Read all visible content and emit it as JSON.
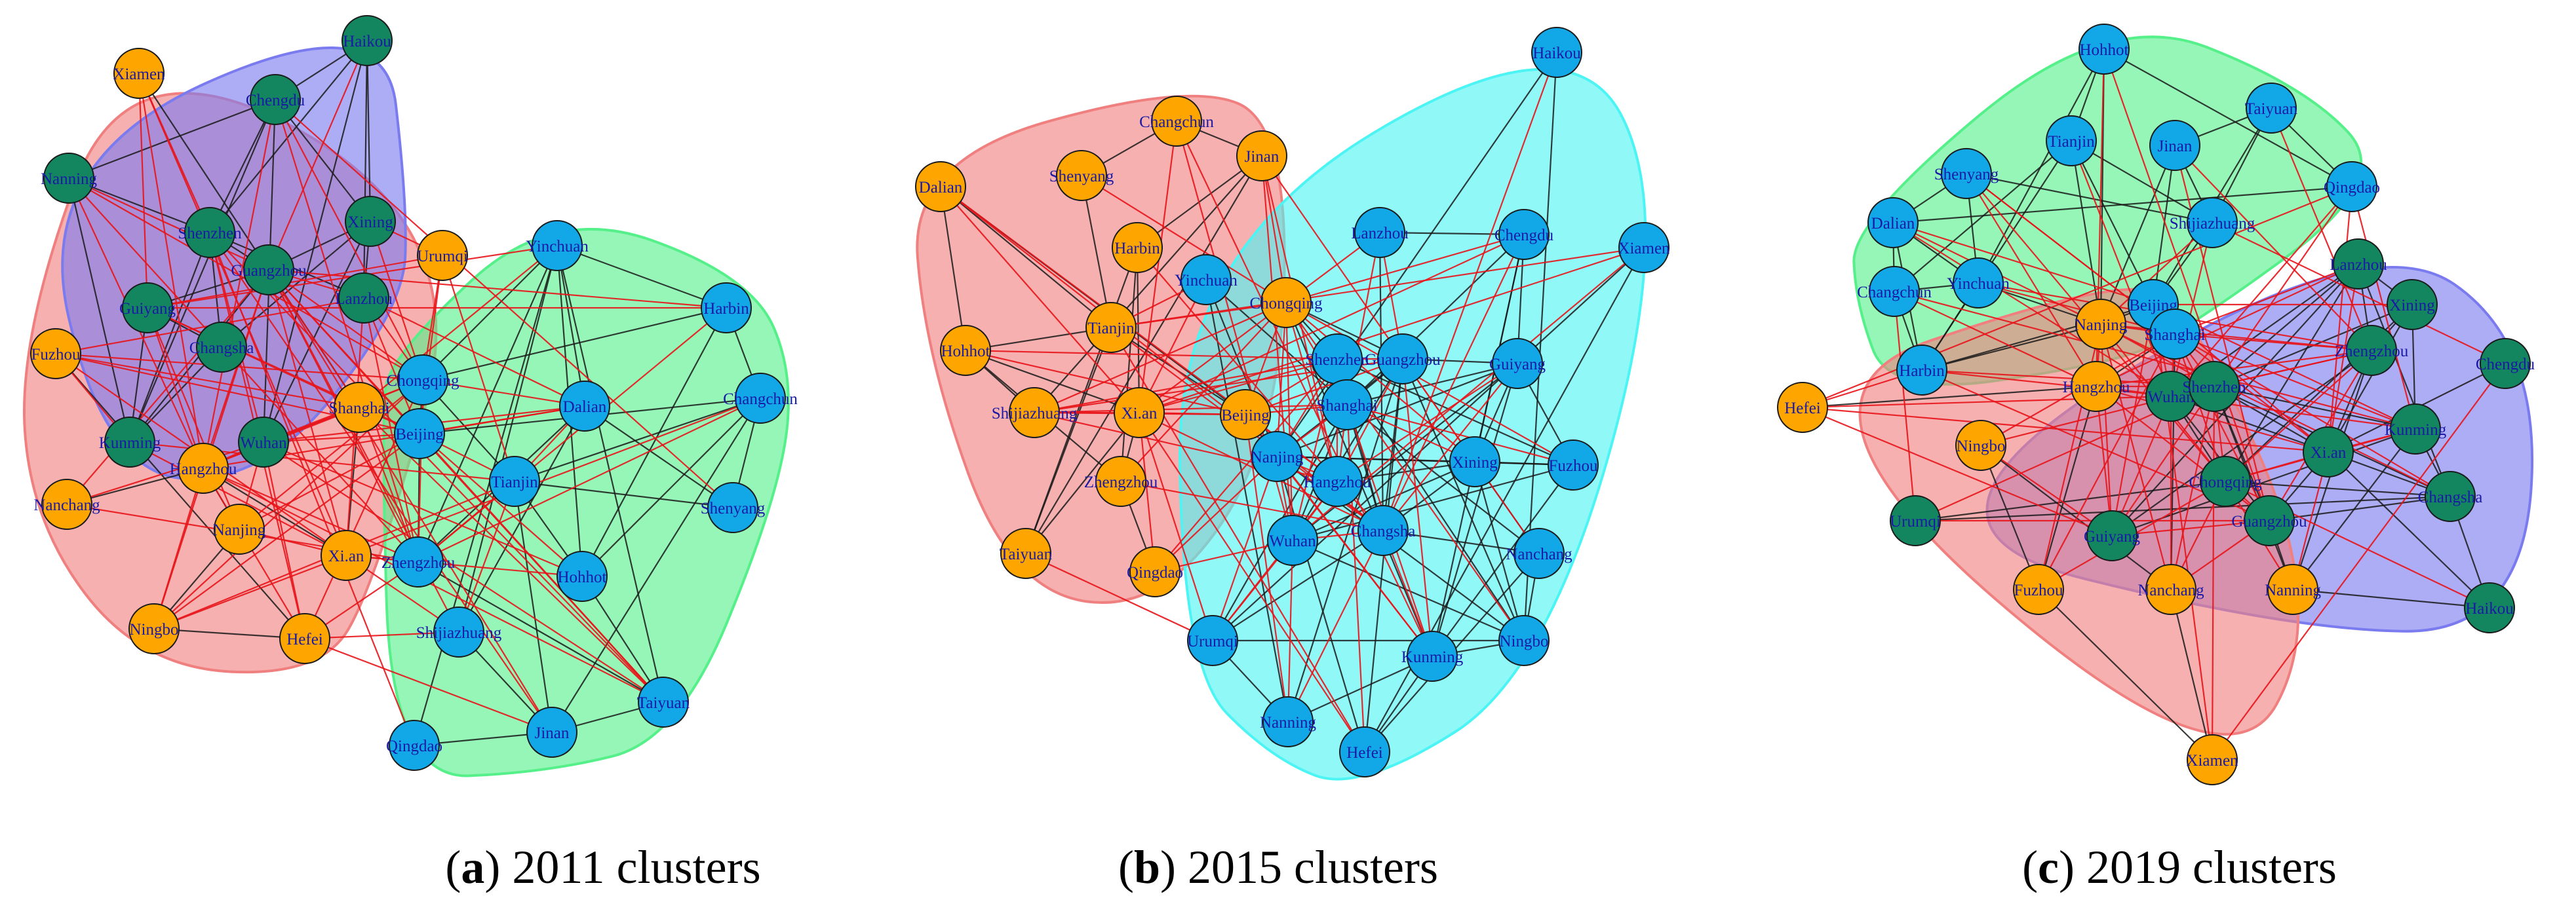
{
  "colors": {
    "edge_red": "#e8141a",
    "edge_black": "#1a1a1a",
    "node_orange": "#ffa500",
    "node_blue": "#12a8e8",
    "node_green": "#13855f",
    "hull_red": "#f08080",
    "hull_blue": "#7b7bf0",
    "hull_green": "#55f08a",
    "hull_cyan": "#4df4f4",
    "label_text": "#1a1aa6"
  },
  "panels": [
    {
      "key": "a",
      "caption_letter": "a",
      "caption_text": ") 2011 clusters",
      "clusters": [
        {
          "color": "hull_red",
          "nodes": [
            "Xiamen",
            "Fuzhou",
            "Nanchang",
            "Ningbo",
            "Hefei",
            "Nanjing",
            "Hangzhou",
            "Shanghai",
            "Xi.an",
            "Urumqi"
          ]
        },
        {
          "color": "hull_blue",
          "nodes": [
            "Haikou",
            "Chengdu",
            "Nanning",
            "Shenzhen",
            "Guangzhou",
            "Xining",
            "Guiyang",
            "Lanzhou",
            "Changsha",
            "Kunming",
            "Wuhan"
          ]
        },
        {
          "color": "hull_green",
          "nodes": [
            "Yinchuan",
            "Harbin",
            "Chongqing",
            "Dalian",
            "Changchun",
            "Beijing",
            "Tianjin",
            "Shenyang",
            "Zhengzhou",
            "Hohhot",
            "Shijiazhuang",
            "Qingdao",
            "Jinan",
            "Taiyuan"
          ]
        }
      ],
      "node_colors": {
        "Xiamen": "node_orange",
        "Fuzhou": "node_orange",
        "Nanchang": "node_orange",
        "Ningbo": "node_orange",
        "Hefei": "node_orange",
        "Nanjing": "node_orange",
        "Hangzhou": "node_orange",
        "Shanghai": "node_orange",
        "Xi.an": "node_orange",
        "Urumqi": "node_orange",
        "Haikou": "node_green",
        "Chengdu": "node_green",
        "Nanning": "node_green",
        "Shenzhen": "node_green",
        "Guangzhou": "node_green",
        "Xining": "node_green",
        "Guiyang": "node_green",
        "Lanzhou": "node_green",
        "Changsha": "node_green",
        "Kunming": "node_green",
        "Wuhan": "node_green",
        "Yinchuan": "node_blue",
        "Harbin": "node_blue",
        "Chongqing": "node_blue",
        "Dalian": "node_blue",
        "Changchun": "node_blue",
        "Beijing": "node_blue",
        "Tianjin": "node_blue",
        "Shenyang": "node_blue",
        "Zhengzhou": "node_blue",
        "Hohhot": "node_blue",
        "Shijiazhuang": "node_blue",
        "Qingdao": "node_blue",
        "Jinan": "node_blue",
        "Taiyuan": "node_blue"
      },
      "hubs": [
        "Shanghai",
        "Beijing",
        "Guangzhou",
        "Shenzhen",
        "Wuhan",
        "Xi.an",
        "Chongqing",
        "Tianjin",
        "Zhengzhou",
        "Hangzhou"
      ]
    },
    {
      "key": "b",
      "caption_letter": "b",
      "caption_text": ") 2015 clusters",
      "clusters": [
        {
          "color": "hull_red",
          "nodes": [
            "Dalian",
            "Changchun",
            "Jinan",
            "Shenyang",
            "Harbin",
            "Hohhot",
            "Tianjin",
            "Shijiazhuang",
            "Xi.an",
            "Beijing",
            "Zhengzhou",
            "Taiyuan",
            "Qingdao"
          ]
        },
        {
          "color": "hull_cyan",
          "nodes": [
            "Haikou",
            "Lanzhou",
            "Chengdu",
            "Xiamen",
            "Yinchuan",
            "Chongqing",
            "Shenzhen",
            "Guangzhou",
            "Guiyang",
            "Shanghai",
            "Nanjing",
            "Hangzhou",
            "Xining",
            "Fuzhou",
            "Wuhan",
            "Changsha",
            "Nanchang",
            "Urumqi",
            "Kunming",
            "Ningbo",
            "Nanning",
            "Hefei"
          ]
        }
      ],
      "node_colors": {
        "Dalian": "node_orange",
        "Changchun": "node_orange",
        "Jinan": "node_orange",
        "Shenyang": "node_orange",
        "Harbin": "node_orange",
        "Hohhot": "node_orange",
        "Tianjin": "node_orange",
        "Shijiazhuang": "node_orange",
        "Xi.an": "node_orange",
        "Beijing": "node_orange",
        "Zhengzhou": "node_orange",
        "Taiyuan": "node_orange",
        "Qingdao": "node_orange",
        "Chongqing": "node_orange",
        "Haikou": "node_blue",
        "Lanzhou": "node_blue",
        "Chengdu": "node_blue",
        "Xiamen": "node_blue",
        "Yinchuan": "node_blue",
        "Shenzhen": "node_blue",
        "Guangzhou": "node_blue",
        "Guiyang": "node_blue",
        "Shanghai": "node_blue",
        "Nanjing": "node_blue",
        "Hangzhou": "node_blue",
        "Xining": "node_blue",
        "Fuzhou": "node_blue",
        "Wuhan": "node_blue",
        "Changsha": "node_blue",
        "Nanchang": "node_blue",
        "Urumqi": "node_blue",
        "Kunming": "node_blue",
        "Ningbo": "node_blue",
        "Nanning": "node_blue",
        "Hefei": "node_blue"
      },
      "hubs": [
        "Shanghai",
        "Beijing",
        "Guangzhou",
        "Shenzhen",
        "Hangzhou",
        "Nanjing",
        "Changsha",
        "Chongqing",
        "Wuhan",
        "Xi.an"
      ]
    },
    {
      "key": "c",
      "caption_letter": "c",
      "caption_text": ") 2019 clusters",
      "clusters": [
        {
          "color": "hull_green",
          "nodes": [
            "Hohhot",
            "Tianjin",
            "Taiyuan",
            "Jinan",
            "Shenyang",
            "Qingdao",
            "Dalian",
            "Shijiazhuang",
            "Changchun",
            "Yinchuan",
            "Beijing",
            "Harbin",
            "Nanjing"
          ]
        },
        {
          "color": "hull_blue",
          "nodes": [
            "Lanzhou",
            "Xining",
            "Chengdu",
            "Zhengzhou",
            "Shenzhen",
            "Wuhan",
            "Kunming",
            "Xi.an",
            "Changsha",
            "Chongqing",
            "Guangzhou",
            "Urumqi",
            "Guiyang",
            "Haikou",
            "Nanning"
          ]
        },
        {
          "color": "hull_red",
          "nodes": [
            "Hefei",
            "Ningbo",
            "Hangzhou",
            "Shanghai",
            "Fuzhou",
            "Nanchang",
            "Nanning",
            "Xiamen",
            "Nanjing"
          ]
        }
      ],
      "node_colors": {
        "Hohhot": "node_blue",
        "Tianjin": "node_blue",
        "Taiyuan": "node_blue",
        "Jinan": "node_blue",
        "Shenyang": "node_blue",
        "Qingdao": "node_blue",
        "Dalian": "node_blue",
        "Shijiazhuang": "node_blue",
        "Changchun": "node_blue",
        "Yinchuan": "node_blue",
        "Beijing": "node_blue",
        "Harbin": "node_blue",
        "Shanghai": "node_blue",
        "Lanzhou": "node_green",
        "Xining": "node_green",
        "Chengdu": "node_green",
        "Zhengzhou": "node_green",
        "Shenzhen": "node_green",
        "Wuhan": "node_green",
        "Kunming": "node_green",
        "Xi.an": "node_green",
        "Changsha": "node_green",
        "Chongqing": "node_green",
        "Guangzhou": "node_green",
        "Urumqi": "node_green",
        "Guiyang": "node_green",
        "Haikou": "node_green",
        "Hefei": "node_orange",
        "Ningbo": "node_orange",
        "Hangzhou": "node_orange",
        "Nanjing": "node_orange",
        "Fuzhou": "node_orange",
        "Nanchang": "node_orange",
        "Nanning": "node_orange",
        "Xiamen": "node_orange"
      },
      "hubs": [
        "Shanghai",
        "Beijing",
        "Shenzhen",
        "Hangzhou",
        "Nanjing",
        "Wuhan",
        "Guangzhou",
        "Chongqing",
        "Xi.an",
        "Zhengzhou"
      ]
    }
  ]
}
